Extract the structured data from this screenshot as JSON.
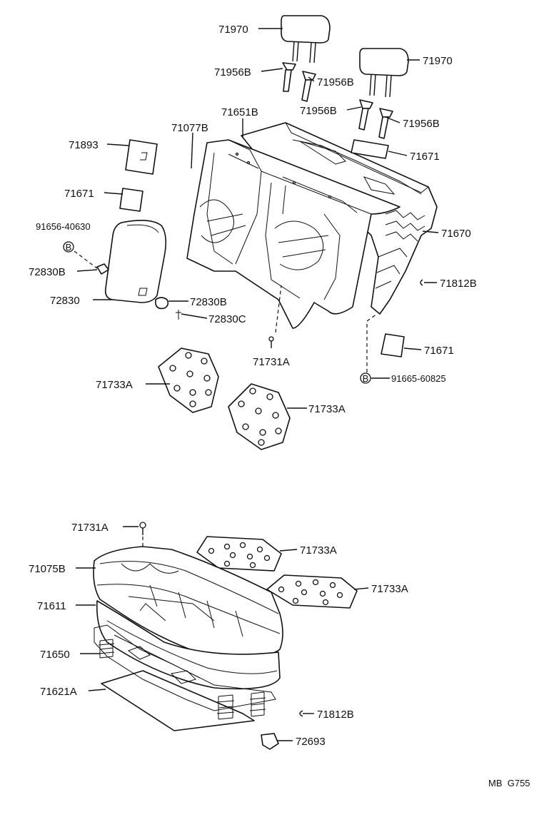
{
  "labels": {
    "headrest_left": "71970",
    "headrest_right": "71970",
    "support_1": "71956B",
    "support_2": "71956B",
    "support_3": "71956B",
    "support_4": "71956B",
    "back_frame": "71651B",
    "back_cover": "71077B",
    "tag_1": "71893",
    "pad_1": "71671",
    "pad_2": "71671",
    "pad_3": "71671",
    "bolt_1": "91656-40630",
    "bolt_1_marker": "B",
    "grommet_1": "72830B",
    "armrest": "72830",
    "grommet_2": "72830B",
    "pin_1": "72830C",
    "spring_back": "71670",
    "hog_ring_1": "71812B",
    "hog_ring_2": "71812B",
    "clip_back": "71731A",
    "clip_cushion": "71731A",
    "plate_1": "71733A",
    "plate_2": "71733A",
    "plate_3": "71733A",
    "plate_4": "71733A",
    "bolt_2": "91665-60825",
    "bolt_2_marker": "B",
    "cushion_cover": "71075B",
    "cushion_pad": "71611",
    "spring_cushion": "71650",
    "cushion_frame": "71621A",
    "clip_2": "72693"
  },
  "footer": {
    "code": "MB  G755"
  }
}
